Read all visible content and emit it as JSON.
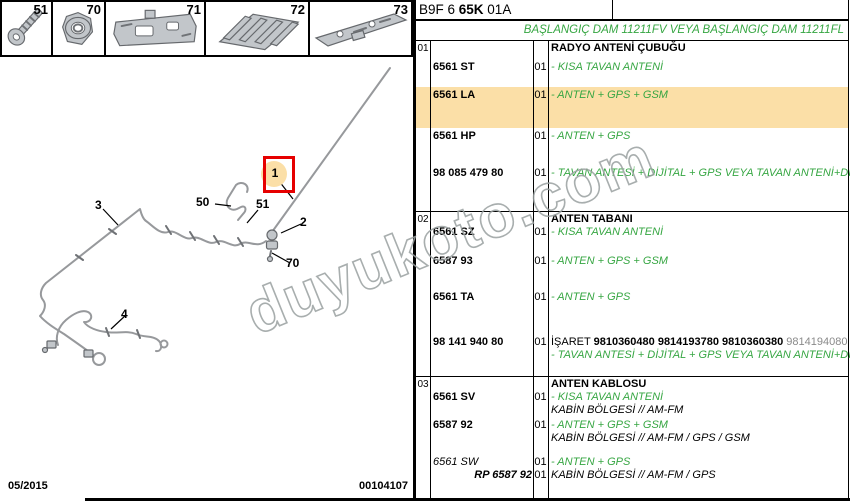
{
  "page": {
    "title_code": {
      "part1": "B9F 6 ",
      "part2_bold": "65K",
      "part3": " 01A"
    },
    "banner": "BAŞLANGIÇ DAM 11211FV VEYA BAŞLANGIÇ DAM 11211FL",
    "footer": {
      "date": "05/2015",
      "doc_number": "00104107"
    },
    "watermark": "duyukoto.com"
  },
  "thumbnails": [
    {
      "number": "51",
      "icon": "screw-icon"
    },
    {
      "number": "70",
      "icon": "flange-nut-icon"
    },
    {
      "number": "71",
      "icon": "mounting-bracket-icon"
    },
    {
      "number": "72",
      "icon": "finned-block-icon"
    },
    {
      "number": "73",
      "icon": "support-bracket-icon"
    }
  ],
  "diagram": {
    "callouts": {
      "c1": "1",
      "c2": "2",
      "c3": "3",
      "c4": "4",
      "c50": "50",
      "c51": "51",
      "c70": "70"
    }
  },
  "table": {
    "sections": [
      {
        "item": "01",
        "title": "RADYO ANTENİ ÇUBUĞU",
        "rows": [
          {
            "ref": "6561 ST",
            "qty": "01",
            "desc": "- KISA TAVAN ANTENİ"
          },
          {
            "ref": "6561 LA",
            "qty": "01",
            "desc": "- ANTEN + GPS + GSM"
          },
          {
            "ref": "6561 HP",
            "qty": "01",
            "desc": "- ANTEN + GPS"
          },
          {
            "ref": "98 085 479 80",
            "qty": "01",
            "desc": "- TAVAN ANTESİ + DİJİTAL + GPS VEYA TAVAN ANTENİ+DİJİTAL"
          }
        ]
      },
      {
        "item": "02",
        "title": "ANTEN TABANI",
        "rows": [
          {
            "ref": "6561 SZ",
            "qty": "01",
            "desc": "- KISA TAVAN ANTENİ"
          },
          {
            "ref": "6587 93",
            "qty": "01",
            "desc": "- ANTEN + GPS + GSM"
          },
          {
            "ref": "6561 TA",
            "qty": "01",
            "desc": "- ANTEN + GPS"
          },
          {
            "ref": "98 141 940 80",
            "qty": "01",
            "mark_label": "İŞARET ",
            "mark_bold": "9810360480 9814193780 9810360380",
            "mark_gray": " 9814194080",
            "desc": "- TAVAN ANTESİ + DİJİTAL + GPS VEYA TAVAN ANTENİ+DİJİTAL"
          }
        ]
      },
      {
        "item": "03",
        "title": "ANTEN KABLOSU",
        "rows": [
          {
            "ref": "6561 SV",
            "qty": "01",
            "desc": "- KISA TAVAN ANTENİ",
            "desc2": "KABİN BÖLGESİ // AM-FM"
          },
          {
            "ref": "6587 92",
            "qty": "01",
            "desc": "- ANTEN + GPS + GSM",
            "desc2": "KABİN BÖLGESİ // AM-FM / GPS / GSM"
          },
          {
            "ref": "6561 SW",
            "qty": "01",
            "desc": "- ANTEN + GPS"
          },
          {
            "ref": "RP 6587 92",
            "qty": "01",
            "desc2": "KABİN BÖLGESİ // AM-FM / GPS"
          }
        ]
      }
    ]
  },
  "colors": {
    "accent_green": "#36a642",
    "highlight": "#fbdfa7",
    "callout_red": "#e60000"
  }
}
